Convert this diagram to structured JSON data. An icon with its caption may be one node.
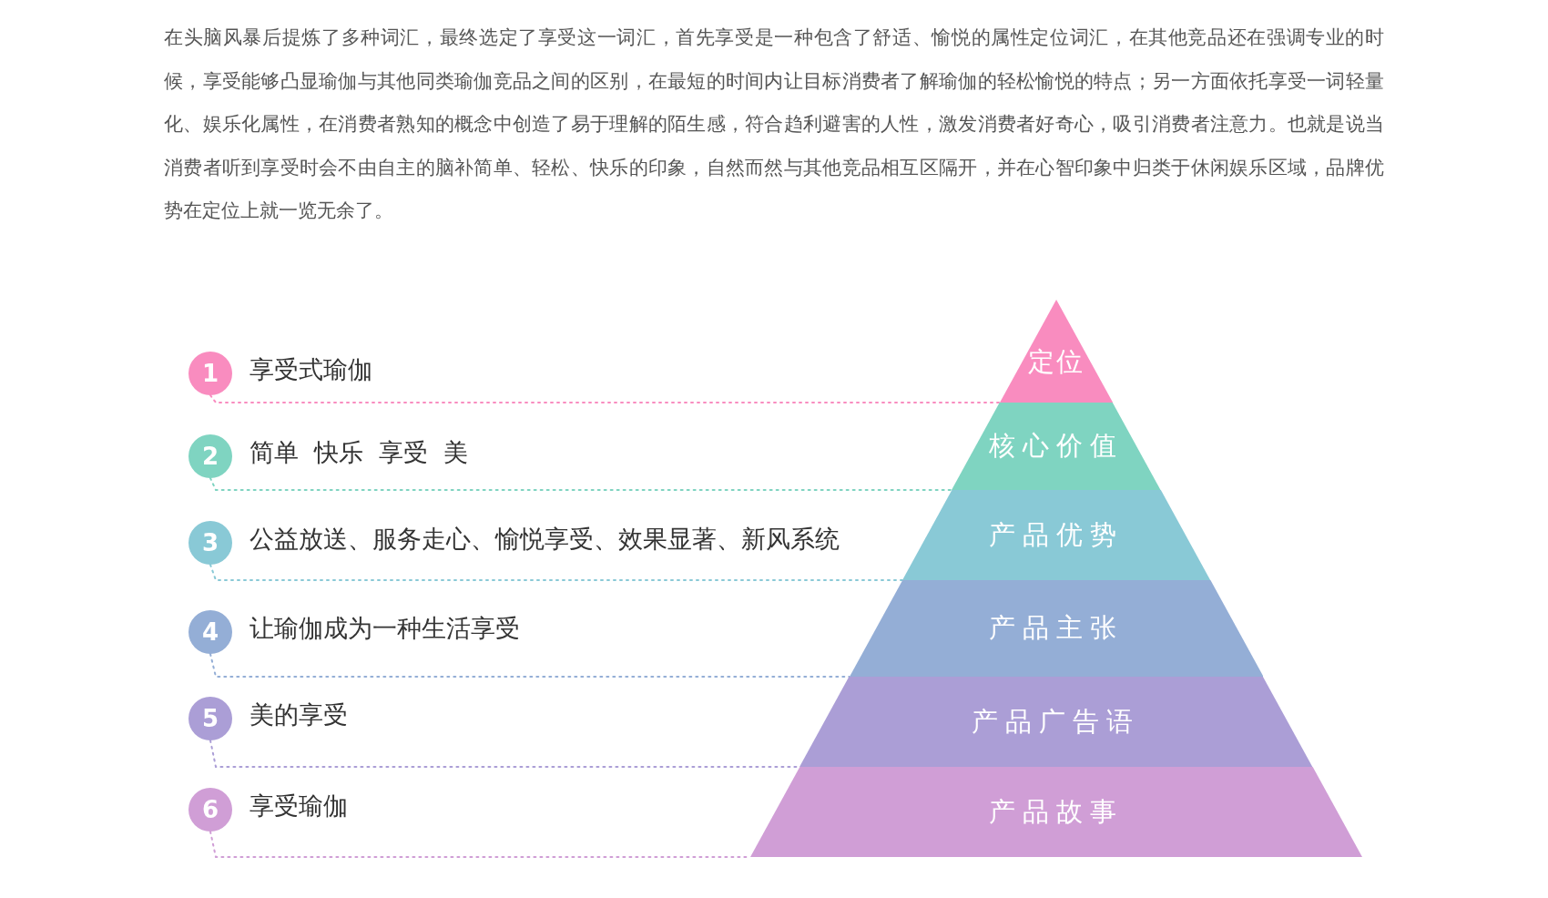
{
  "diagram": {
    "nodes": [
      {
        "text": [
          "定位"
        ]
      },
      {
        "text": [
          "核心价值"
        ]
      },
      {
        "text": [
          "产品优势"
        ]
      },
      {
        "text": [
          "产品主张"
        ]
      },
      {
        "text": [
          "产品广告语"
        ]
      },
      {
        "text": [
          "产品故事"
        ]
      },
      {
        "text": [
          "1"
        ],
        "beside": [
          "享受式瑜伽"
        ]
      },
      {
        "text": [
          "2"
        ],
        "beside": [
          "简单  快乐  享受  美"
        ]
      },
      {
        "text": [
          "3"
        ],
        "beside": [
          "公益放送、服务走心、愉悦享受、效果显著、新风系统"
        ]
      },
      {
        "text": [
          "4"
        ],
        "beside": [
          "让瑜伽成为一种生活享受"
        ]
      },
      {
        "text": [
          "5"
        ],
        "beside": [
          "美的享受"
        ]
      },
      {
        "text": [
          "6"
        ],
        "beside": [
          "享受瑜伽"
        ]
      }
    ],
    "edges": [
      {
        "from": 6,
        "to": 0,
        "arrow": "none",
        "style": "dashed",
        "color": "#f98cbf"
      },
      {
        "from": 7,
        "to": 1,
        "arrow": "none",
        "style": "dashed",
        "color": "#7fd4c1"
      },
      {
        "from": 8,
        "to": 2,
        "arrow": "none",
        "style": "dashed",
        "color": "#89c9d6"
      },
      {
        "from": 9,
        "to": 3,
        "arrow": "none",
        "style": "dashed",
        "color": "#94aed6"
      },
      {
        "from": 10,
        "to": 4,
        "arrow": "none",
        "style": "dashed",
        "color": "#ab9ed6"
      },
      {
        "from": 11,
        "to": 5,
        "arrow": "none",
        "style": "dashed",
        "color": "#d09ed6"
      }
    ],
    "labels": [
      "在头脑风暴后提炼了多种词汇，最终选定了享受这一词汇，首先享受是一种包含了舒适、愉悦的属性定位词汇，在其他竞品还在强调专业的时候，享受能够凸显瑜伽与其他同类瑜伽竞品之间的区别，在最短的时间内让目标消费者了解瑜伽的轻松愉悦的特点；另一方面依托享受一词轻量化、娱乐化属性，在消费者熟知的概念中创造了易于理解的陌生感，符合趋利避害的人性，激发消费者好奇心，吸引消费者注意力。也就是说当消费者听到享受时会不由自主的脑补简单、轻松、快乐的印象，自然而然与其他竞品相互区隔开，并在心智印象中归类于休闲娱乐区域，品牌优势在定位上就一览无余了。"
    ]
  }
}
